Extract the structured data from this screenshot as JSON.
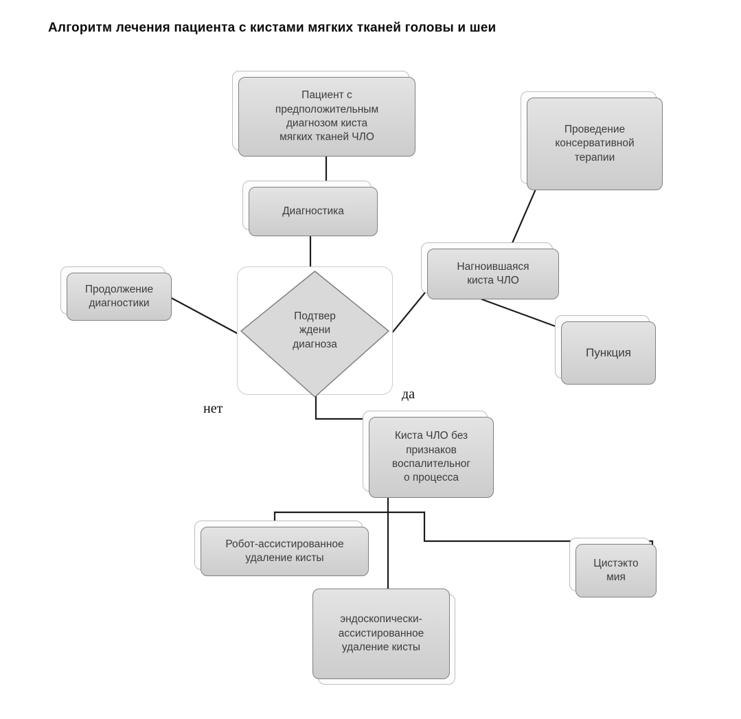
{
  "title": "Алгоритм лечения пациента с кистами мягких тканей головы и шеи",
  "nodes": {
    "patient": "Пациент с\nпредположительным\nдиагнозом киста\nмягких тканей ЧЛО",
    "diagnostics": "Диагностика",
    "decision": "Подтвер\nждени\nдиагноза",
    "continue_diagnostics": "Продолжение\nдиагностики",
    "conservative_therapy": "Проведение\nконсервативной\nтерапии",
    "suppurating_cyst": "Нагноившаяся\nкиста ЧЛО",
    "puncture": "Пункция",
    "cyst_no_inflammation": "Киста ЧЛО без\nпризнаков\nвоспалительног\nо процесса",
    "robot_assisted_removal": "Робот-ассистированное\nудаление кисты",
    "endoscopic_removal": "эндоскопически-\nассистированное\nудаление кисты",
    "cystectomy": "Цистэкто\nмия"
  },
  "edge_labels": {
    "no": "нет",
    "yes": "да"
  },
  "colors": {
    "node_fill": "#d9d9d9",
    "node_border": "#7f7f7f",
    "echo_border": "#bdbdbd",
    "connector": "#1c1c1c",
    "text": "#3c3c3c"
  }
}
